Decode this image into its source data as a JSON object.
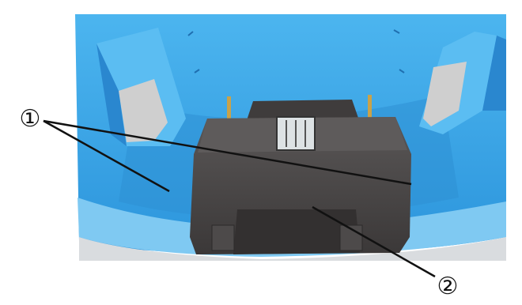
{
  "callouts": [
    {
      "id": "callout-1",
      "label": "①"
    },
    {
      "id": "callout-2",
      "label": "②"
    }
  ],
  "colors": {
    "housing_blue": "#3da9e8",
    "housing_dark_blue": "#1f7fc7",
    "module_dark": "#4a4747",
    "pad_gray": "#cfcfcf",
    "background": "#ffffff"
  }
}
